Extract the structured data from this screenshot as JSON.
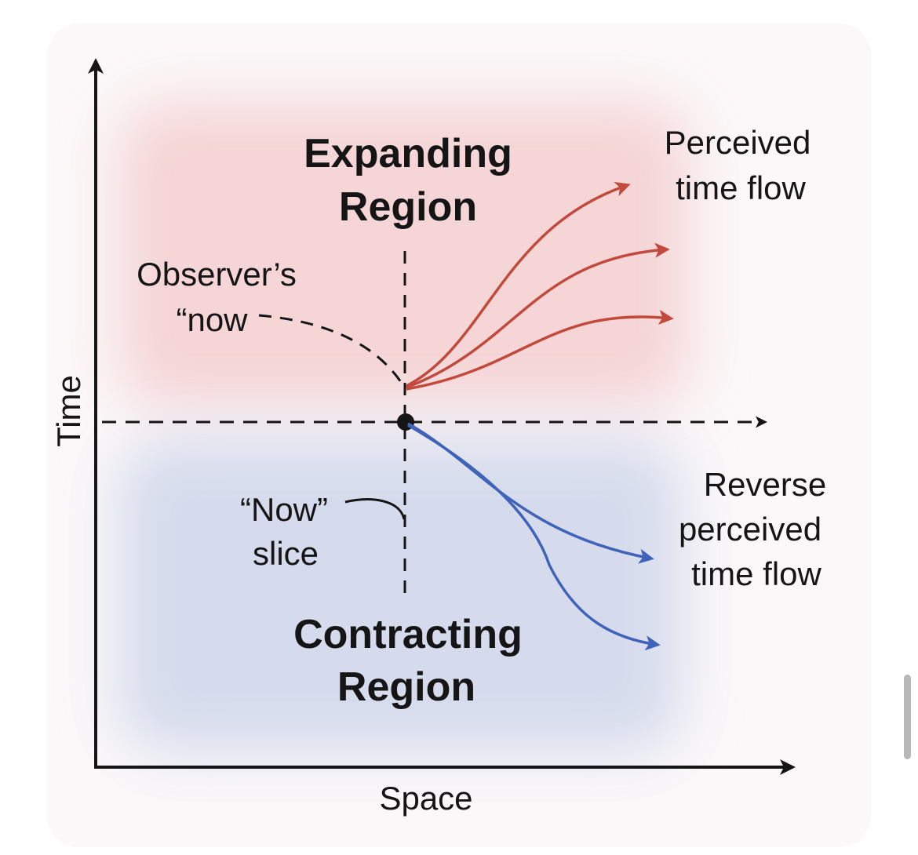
{
  "axes": {
    "x_label": "Space",
    "y_label": "Time"
  },
  "regions": {
    "expanding": {
      "line1": "Expanding",
      "line2": "Region",
      "color": "#f4cfd0"
    },
    "contracting": {
      "line1": "Contracting",
      "line2": "Region",
      "color": "#cfd6ea"
    }
  },
  "annotations": {
    "observer_now": {
      "line1": "Observer’s",
      "line2": "“now"
    },
    "now_slice": {
      "line1": "“Now”",
      "line2": "slice"
    },
    "perceived_flow": {
      "line1": "Perceived",
      "line2": "time flow",
      "color": "#c24a3c"
    },
    "reverse_flow": {
      "line1": "Reverse",
      "line2": "perceived",
      "line3": "time flow",
      "color": "#3f63b8"
    }
  }
}
